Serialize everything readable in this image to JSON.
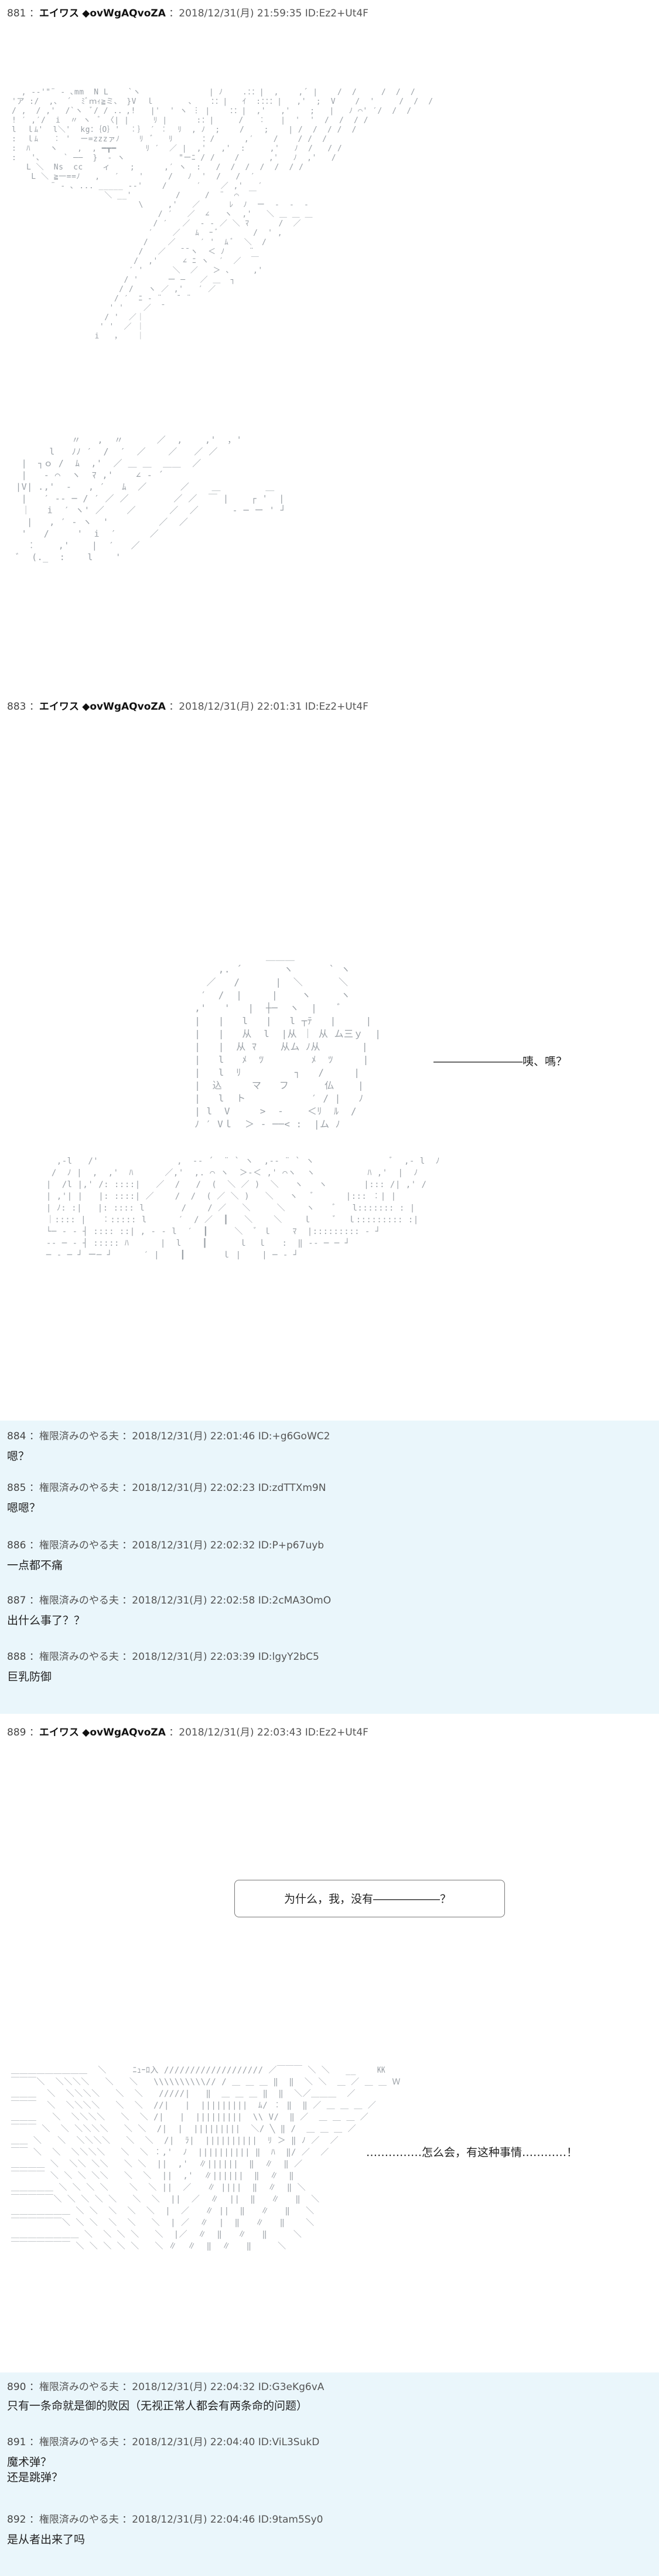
{
  "posts": [
    {
      "id": "881",
      "name": "エイワス",
      "trip": "◆ovWgAQvoZA",
      "date": "2018/12/31(月) 21:59:35",
      "uid": "ID:Ez2+Ut4F",
      "kind": "aa"
    },
    {
      "id": "883",
      "name": "エイワス",
      "trip": "◆ovWgAQvoZA",
      "date": "2018/12/31(月) 22:01:31",
      "uid": "ID:Ez2+Ut4F",
      "speech": "――――――――咦、嗎？",
      "kind": "aa"
    },
    {
      "id": "884",
      "name": "権限済みのやる夫",
      "date": "2018/12/31(月) 22:01:46",
      "uid": "ID:+g6GoWC2",
      "text": "嗯？",
      "kind": "reply"
    },
    {
      "id": "885",
      "name": "権限済みのやる夫",
      "date": "2018/12/31(月) 22:02:23",
      "uid": "ID:zdTTXm9N",
      "text": "嗯嗯？",
      "kind": "reply"
    },
    {
      "id": "886",
      "name": "権限済みのやる夫",
      "date": "2018/12/31(月) 22:02:32",
      "uid": "ID:P+p67uyb",
      "text": "一点都不痛",
      "kind": "reply"
    },
    {
      "id": "887",
      "name": "権限済みのやる夫",
      "date": "2018/12/31(月) 22:02:58",
      "uid": "ID:2cMA3OmO",
      "text": "出什么事了？？",
      "kind": "reply"
    },
    {
      "id": "888",
      "name": "権限済みのやる夫",
      "date": "2018/12/31(月) 22:03:39",
      "uid": "ID:lgyY2bC5",
      "text": "巨乳防御",
      "kind": "reply"
    },
    {
      "id": "889",
      "name": "エイワス",
      "trip": "◆ovWgAQvoZA",
      "date": "2018/12/31(月) 22:03:43",
      "uid": "ID:Ez2+Ut4F",
      "bubble": "为什么，我，没有――――――？",
      "speech": "……………怎么会，有这种事情…………！",
      "kind": "aa"
    },
    {
      "id": "890",
      "name": "権限済みのやる夫",
      "date": "2018/12/31(月) 22:04:32",
      "uid": "ID:G3eKg6vA",
      "text": "只有一条命就是御的败因（无视正常人都会有两条命的问题）",
      "kind": "reply"
    },
    {
      "id": "891",
      "name": "権限済みのやる夫",
      "date": "2018/12/31(月) 22:04:40",
      "uid": "ID:ViL3SukD",
      "text": "魔术弹？\n还是跳弹？",
      "kind": "reply"
    },
    {
      "id": "892",
      "name": "権限済みのやる夫",
      "date": "2018/12/31(月) 22:04:46",
      "uid": "ID:9tam5Sy0",
      "text": "是从者出来了吗",
      "kind": "reply"
    }
  ],
  "aa": {
    "a881": "  , -‐'\"¨ ‐ ､mm  N L    `ヽ              | ﾉ    .：：|  ,    ,´ |    /  /     /  /  /\n'ア :/  ,、 ´  ﾐﾞｍｨ≧ミ、 }V  ｌ       、   ：：|   ｲ  :：：：|   ,'  ;  V    /  '     /  /  /\n/ ,  / ,'  /`ヽ  ﾞ/ / .．,!   |'  ' ヽ ︙ |    ：：|  ,'   ,'    ;   |   ﾉ ⌒' ′/  /  /\n! ′ ,′/  i  〃 ヽ  ﾞ 〈| |     ﾘ |      :：|     /   ︰   |  '  '  /  /  / /\nl  ｌﾑ'  l＼'  kg：｛O｝'  ︰｝ ′ ︰  ﾘ  , ﾉ  ;    /    ;    | /  /  / /  /\n:  ｌﾑ   ︰ '  ー=zzzァﾉ    ﾘ  ﾞ   ﾘ      ：/      ,′    /    / /  /\n:  ﾊ    ヽ    ,  , ━┳━      ﾘ ′  ／ |  ,'   ,'  :     ,'   ﾉ  /   / /\n:   '、    ` ──  }  ‐ ヽ           \"ーﾆ / /    /      ,'   ﾉ  ,'   /\n   L ＼  Ns  cc    ィ    ;      ,′ ヽ  :   /  /  /  /  /  / /\n    L ＼ ≧一==ﾉ   ,   ′    '     /   ﾉ  '  /   /  ′\n        ¨ ‐ ､ ... _____ ‐‐'    /      ′    ／ ,'   ′\n                   ＼ __'         /     /  ¨  ⌒  ￣\n                          \\     ,'   ／      ﾚ  ﾉ  ー  ‐  ‐  ‐\n                              / ′   ／  ∠   ヽ  ,'   ＼ ＿ ＿ ＿\n                             / ′   ／  ‐ ‐ ／ ＼ ﾏ      /  ／\n                            ′    ／   ﾑ  ｰ ﾞ       /  ' ,\n                           /    ／     ′ '  ﾑ ﾞ  ＼  /\n                          /   ／   ̄ ̄ ヽ  ＜ ﾉ     ¨\n                         /  ,'     ∠ ﾆ ヽ  ′  ／  ￣\n                        ′ '      ＼  ／   ＞ 、    ,'\n                       / '      ー ─   ／ ＿  ┐\n                      / /   ヽ ／ ,'   ′ ／\n                     / ′  ﾆ ‐ ¨   ̄  ¨\n                    ' '    ／  ̄\n                   / '  ／｜\n                  ' '  ／ ｜\n                 i   ，   ｜\n",
    "a881b": "            〃   ,  〃      ／  ,    ,'  ，'\n        l   ﾉﾉ ′  /  ′  ／    ／   ／ ／\n   |  ┐ｏ /  ﾑ  ,'  ／ ＿ ＿  ＿＿  ／\n   |   ‐ ⌒  ヽ  ﾏ ,'    ∠ ‐ ´\n  |V| .,'  ‐   , ′   ﾑ  ／      ／    ＿        ＿\n   |   ′ ‐‐ ─ / ′ ／ ／        ／ ／  ￣ |    ┌ '  |\n   ｜   i  ′ ヽ' ／    ／      ／  ／      ‐ ─ ー ' ┘\n    |   , ′ ‐ ヽ  '         ／  ／\n   '   /     '  i  ′      ／\n    ︰    ,'    |  ′   ／\n  ﾞ  (._  :    l    '\n",
    "a883": "                             ＿＿＿\n                     ,. ´       ヽ      ` ヽ\n                   ／   /      |  ＼      ＼\n                  ′  /  |     |    ヽ     ヽ\n                 ,'   '   |  ┼─  ヽ  |    ﾞ\n                 |   |   l   |   l ┬ﾃ   |     |\n                 |   |   从  l  |从 ｜ 从 ム三ｙ  |\n                 |   |  从 ﾏ    从ム ﾉ从       |\n                 |   l   ﾒ  ﾂ        ﾒ  ﾂ     |\n                 |   l  ﾘ         ┐   /     |\n                 |  込     マ   フ      仏    |\n                 |   l  ト           ′ / |   ﾉ\n                 | l  V     >  ‐    ＜ﾘ  ﾙ  /\n                 ﾉ ′ Vｌ  ＞ ‐ ──< :  |ム ﾉ\n",
    "a883b": "   ,-l   /'               ,  -‐ ´  ¨ ` ヽ  ,-‐ ¨ ` ヽ               ﾞ  ,- l  ﾉ\n  /  ﾉ |  ,  ,'  ﾊ      ／,'  ,. ⌒ ヽ  ＞‐＜ ,' ⌒ヽ  ヽ          ﾊ ,'  |  ﾉ\n |  /l |,' /: ::::|   ／  /   /  (  ＼ ／ )  ＼   ヽ   ヽ       |::: /| ,' /\n | ,'| |   |: ::::| ／    /  /  ( ／ ＼ )   ＼   ヽ   ﾞ      |::: ︰| |\n | ﾉ: :|   |: :::: l       /    / ／   ＼     ＼    ヽ    ﾞ   l::::::: : |\n ｜:::: |   ︰::::: l      ′  / ／  ┃   ＼    ＼    ｌ    ﾞ  ｌ::::::::: :|\n └─ ‐ ‐ ┤ :::: ::| , ‐ ‐ l  ′  ┃     ＼  ﾞ ｌ    ﾏ  |::::::::: ‐ ┘\n ‐‐ ─ ‐ ┤ ::::: ﾊ      |  l    ┃      ｌ  ｌ   :  ‖ ‐‐ ─ ─ ┘\n ─ ‐ ─ ┘ ー─ ┘      ′ |    ┃       ｌ |    | ─ ‐ ┘\n",
    "a889": " ＿＿＿＿＿＿＿＿＿  ＼     ﾆｭｰﾛ入 /////////////////// ／￣￣￣ ＼ ＼   __    ㏍\n ￣￣￣＼  ＼＼＼＼   ＼   ＼   \\\\\\\\\\\\\\\\\\\\// / ＿ ＿ ＿ ‖  ‖  ＼ ＼  ＿ ／ ＿ ＿ Ｗ\n ＿＿＿  ＼  ＼＼＼＼   ＼  ＼   /////|   ‖  ＿ ＿ ＿ ‖  ‖  ＼／＿＿＿  ／\n ￣￣￣  ＼  ＼＼＼＼   ＼  ＼  //|   |  |||||||||  ﾑ/ ︰ ‖  ‖ ／ ＿ ＿ ＿ ／\n ＿＿＿   ＼  ＼＼＼＼   ＼  ＼ /|   |  |||||||||  \\\\ V/  ‖ ／  ＿ ＿ ＿ ／\n ￣￣￣ ＼  ＼ ＼＼＼＼   ＼ ＼  /|  |  |||||||||  ＼/ ╲ ‖ /  ＿ ＿ ＿ ／\n ＿＿ ＼   ＼  ＼＼＼＼   ＼  ＼  /|  ﾗ|  ||||||||||  ﾘ ＞ ‖ ﾉ ／  ／\n ￣￣ ＼  ＼  ＼＼＼＼   ＼  ＼ ︰,'  ﾉ  |||||||||| ‖  ﾊ  ‖/ ／  ／\n ＿＿＿＿ ＼  ＼＼ ＼＼   ＼ ＼  ||  ,'  ∥||||||  ‖  ∥  ‖ ／\n ￣￣￣￣ ＼ ＼ ＼ ＼＼   ＼  ＼  ||  ,'  ∥||||||  ‖  ∥  ‖\n ＿＿＿＿＿ ＼ ＼ ＼ ＼    ＼  ＼ ||  ／   ∥ ||||  ‖  ∥  ‖ ＼\n ￣￣￣￣￣＼ ＼ ＼ ＼ ＼   ＼  ＼  ||  ／  ∥  ||  ‖   ∥   ‖  ＼\n ＿＿＿＿＿＿＿ ＼ ＼  ＼  ＼  ＼  |  ／   ∥ ||  ‖   ∥   ‖   ＼\n ￣￣￣￣￣￣＼ ＼ ＼  ＼  ＼   ＼  | ／  ∥  |  ‖   ∥   ‖    ＼\n ＿＿＿＿＿＿＿＿ ＼  ＼ ＼ ＼   ＼  |／  ∥  ‖   ∥   ‖     ＼\n ￣￣￣￣￣￣￣ ＼ ＼ ＼ ＼ ＼   ＼ ∥  ∥  ‖  ∥   ‖     ＼\n"
  }
}
